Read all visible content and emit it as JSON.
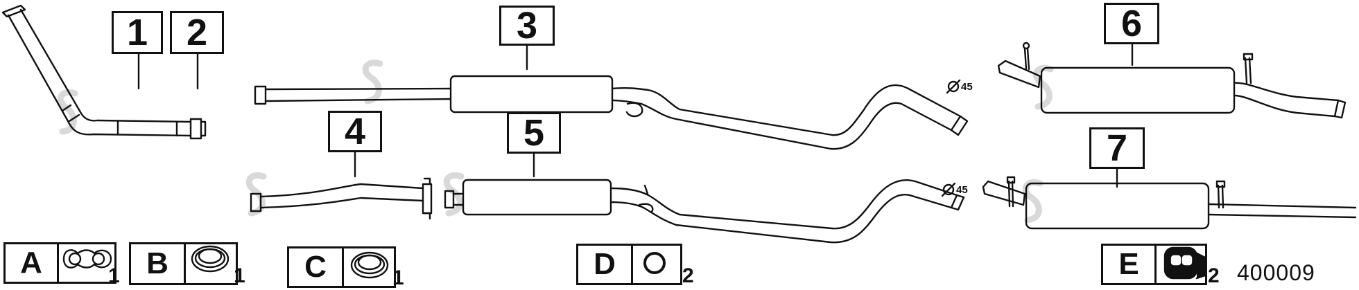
{
  "callouts": {
    "p1": "1",
    "p2": "2",
    "p3": "3",
    "p4": "4",
    "p5": "5",
    "p6": "6",
    "p7": "7"
  },
  "diameters": {
    "d3": "45",
    "d5": "45"
  },
  "kits": [
    {
      "letter": "A",
      "icon": "double-flange-gasket-icon",
      "qty": "1"
    },
    {
      "letter": "B",
      "icon": "sealing-ring-icon",
      "qty": "1"
    },
    {
      "letter": "C",
      "icon": "sealing-ring-icon",
      "qty": "1"
    },
    {
      "letter": "D",
      "icon": "o-ring-icon",
      "qty": "2"
    },
    {
      "letter": "E",
      "icon": "rubber-hanger-icon",
      "qty": "2"
    }
  ],
  "diagram_code": "400009",
  "colors": {
    "line": "#111111",
    "watermark": "#d9d9d9"
  }
}
